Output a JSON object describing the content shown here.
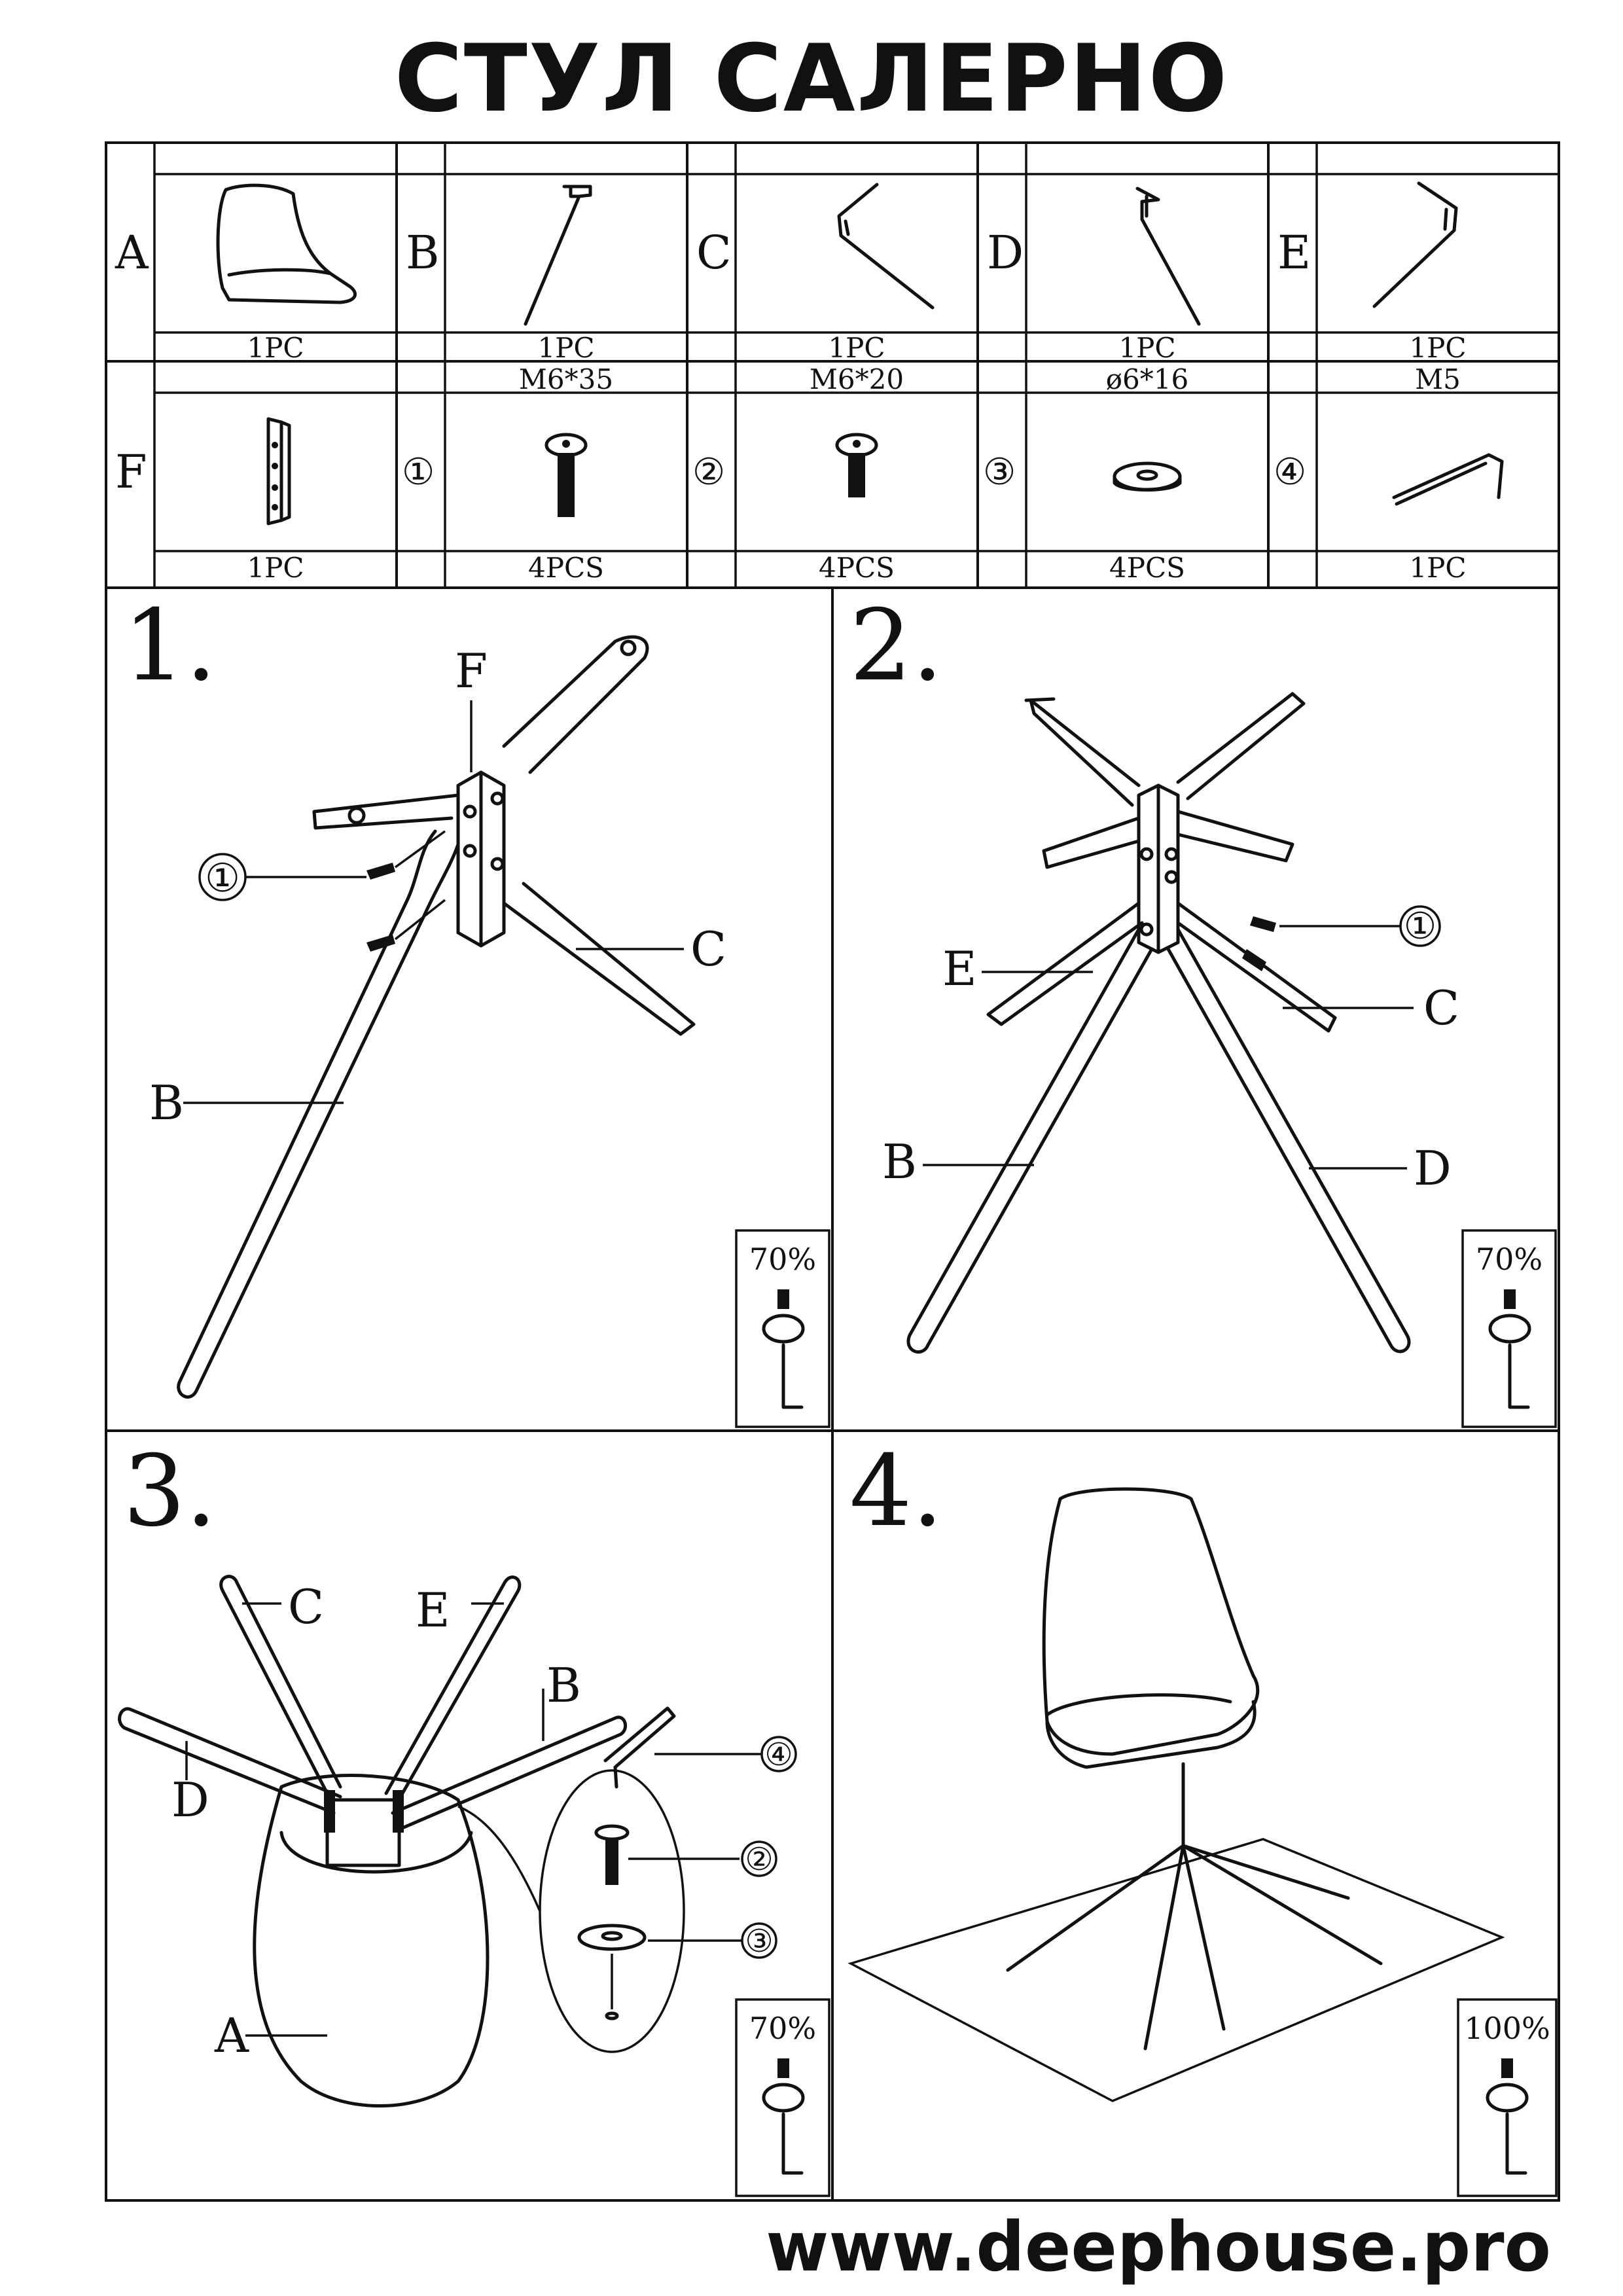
{
  "title": "СТУЛ САЛЕРНО",
  "website": "www.deephouse.pro",
  "parts": [
    {
      "letter": "A",
      "spec": "",
      "qty": "1PC",
      "icon": "seat-shell-icon"
    },
    {
      "letter": "B",
      "spec": "",
      "qty": "1PC",
      "icon": "leg-b-icon"
    },
    {
      "letter": "C",
      "spec": "",
      "qty": "1PC",
      "icon": "leg-c-icon"
    },
    {
      "letter": "D",
      "spec": "",
      "qty": "1PC",
      "icon": "leg-d-icon"
    },
    {
      "letter": "E",
      "spec": "",
      "qty": "1PC",
      "icon": "leg-e-icon"
    },
    {
      "letter": "F",
      "spec": "",
      "qty": "1PC",
      "icon": "connector-bracket-icon"
    },
    {
      "letter": "①",
      "spec": "M6*35",
      "qty": "4PCS",
      "icon": "long-bolt-icon"
    },
    {
      "letter": "②",
      "spec": "M6*20",
      "qty": "4PCS",
      "icon": "short-bolt-icon"
    },
    {
      "letter": "③",
      "spec": "ø6*16",
      "qty": "4PCS",
      "icon": "washer-icon"
    },
    {
      "letter": "④",
      "spec": "M5",
      "qty": "1PC",
      "icon": "hex-key-icon"
    }
  ],
  "steps": [
    {
      "number": "1.",
      "torque": "70%",
      "labels": {
        "f": "F",
        "c": "C",
        "b": "B",
        "bolt": "①"
      }
    },
    {
      "number": "2.",
      "torque": "70%",
      "labels": {
        "e": "E",
        "c": "C",
        "b": "B",
        "d": "D",
        "bolt": "①"
      }
    },
    {
      "number": "3.",
      "torque": "70%",
      "labels": {
        "c": "C",
        "e": "E",
        "b": "B",
        "d": "D",
        "a": "A",
        "key": "④",
        "bolt": "②",
        "washer": "③"
      }
    },
    {
      "number": "4.",
      "torque": "100%"
    }
  ]
}
